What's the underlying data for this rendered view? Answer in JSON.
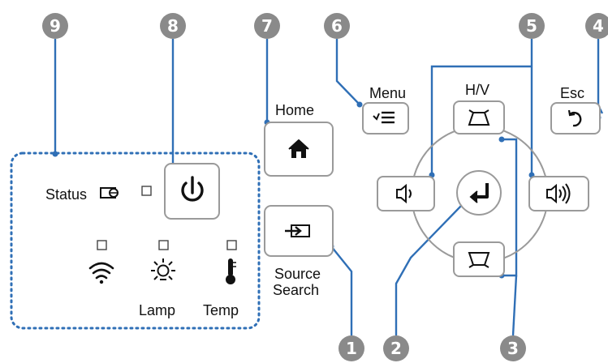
{
  "panel": {
    "labels": {
      "status": "Status",
      "lamp": "Lamp",
      "temp": "Temp",
      "home": "Home",
      "source_search_line1": "Source",
      "source_search_line2": "Search",
      "menu": "Menu",
      "hv": "H/V",
      "esc": "Esc"
    },
    "callouts": [
      "1",
      "2",
      "3",
      "4",
      "5",
      "6",
      "7",
      "8",
      "9"
    ],
    "accent_color": "#2f6fb6",
    "callout_color": "#8a8a8a",
    "icons": [
      "power-icon",
      "home-icon",
      "source-icon",
      "menu-icon",
      "keystone-top-icon",
      "keystone-bottom-icon",
      "enter-icon",
      "volume-down-icon",
      "volume-up-icon",
      "esc-icon",
      "wifi-icon",
      "lamp-icon",
      "thermometer-icon",
      "air-filter-icon"
    ]
  }
}
